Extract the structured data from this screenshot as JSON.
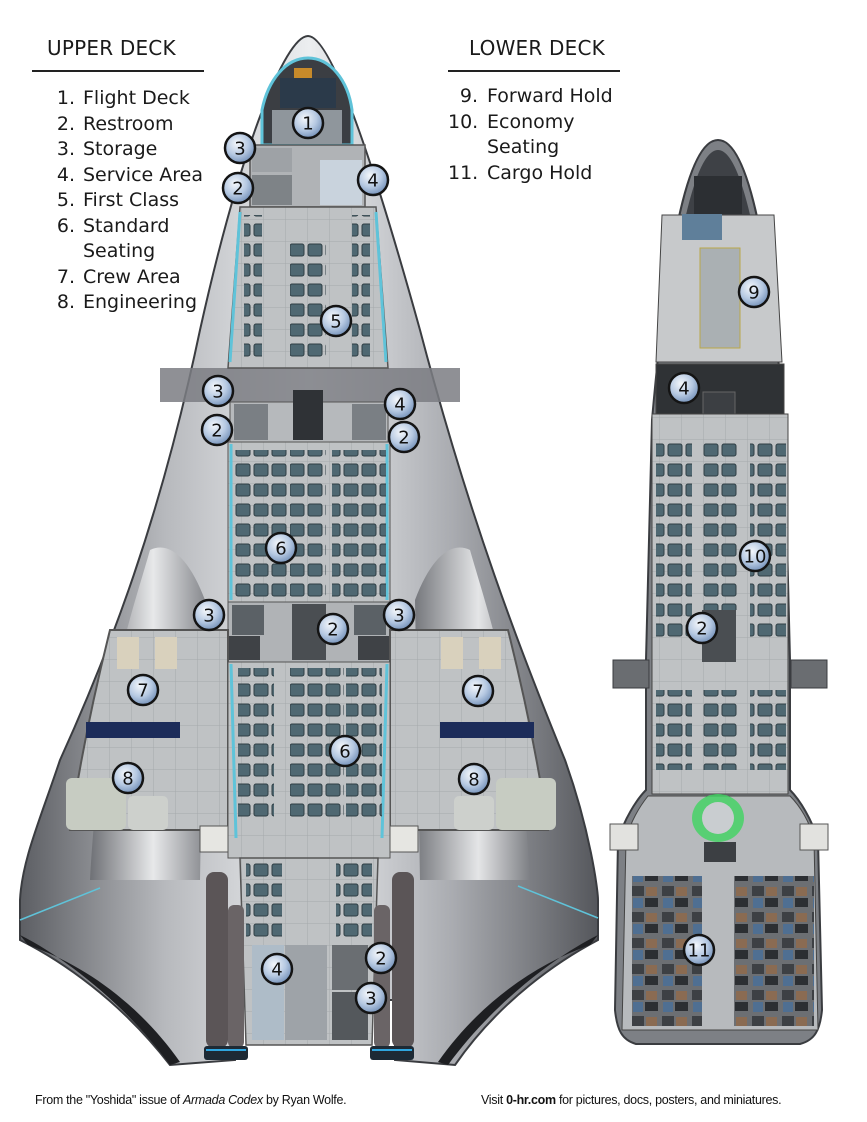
{
  "upper_deck": {
    "title": "UPPER DECK",
    "items": [
      {
        "num": "1.",
        "label": "Flight Deck"
      },
      {
        "num": "2.",
        "label": "Restroom"
      },
      {
        "num": "3.",
        "label": "Storage"
      },
      {
        "num": "4.",
        "label": "Service Area"
      },
      {
        "num": "5.",
        "label": "First Class"
      },
      {
        "num": "6.",
        "label": "Standard\n  Seating"
      },
      {
        "num": "7.",
        "label": "Crew Area"
      },
      {
        "num": "8.",
        "label": "Engineering"
      }
    ],
    "markers": [
      "1",
      "3",
      "2",
      "4",
      "5",
      "3",
      "2",
      "4",
      "2",
      "6",
      "3",
      "2",
      "3",
      "7",
      "7",
      "6",
      "8",
      "8",
      "4",
      "2",
      "3"
    ]
  },
  "lower_deck": {
    "title": "LOWER DECK",
    "items": [
      {
        "num": "9.",
        "label": "Forward Hold"
      },
      {
        "num": "10.",
        "label": "Economy Seating"
      },
      {
        "num": "11.",
        "label": "Cargo Hold"
      }
    ],
    "markers": [
      "9",
      "4",
      "10",
      "2",
      "11"
    ]
  },
  "footer": {
    "left_prefix": "From the \"Yoshida\" issue of ",
    "left_italic": "Armada Codex",
    "left_suffix": " by Ryan Wolfe.",
    "right_prefix": "Visit ",
    "right_bold": "0-hr.com",
    "right_suffix": " for pictures, docs, posters, and miniatures."
  },
  "colors": {
    "hull": "#8f9196",
    "hull_light": "#d9dadd",
    "floor": "#b9bcbf",
    "seat": "#4e6670",
    "accent_cyan": "#5fc3d9",
    "marker_fill": "#9fb6d6",
    "engine_glow": "#2fa6e0",
    "reactor_green": "#3fd460"
  }
}
